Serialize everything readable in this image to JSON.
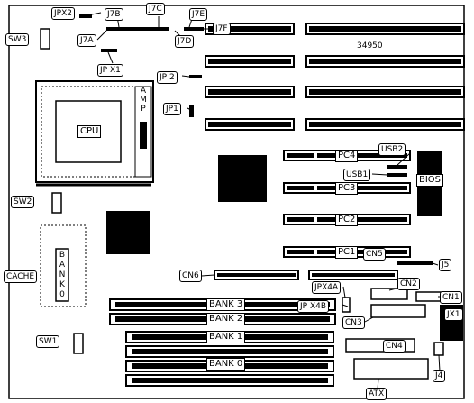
{
  "board_number": "34950",
  "labels": {
    "jpx2": "JPX2",
    "j7b": "J7B",
    "j7c": "J7C",
    "j7e": "J7E",
    "j7a": "J7A",
    "j7d": "J7D",
    "j7f": "J7F",
    "sw3": "SW3",
    "jpx1": "JP X1",
    "jp2": "JP 2",
    "jp1": "JP1",
    "cpu": "CPU",
    "amp": "AMP",
    "pc4": "PC4",
    "pc3": "PC3",
    "pc2": "PC2",
    "pc1": "PC1",
    "usb2": "USB2",
    "usb1": "USB1",
    "bios": "BIOS",
    "sw2": "SW2",
    "cache": "CACHE",
    "bank0_cache": "BANK0",
    "cn5": "CN5",
    "j5": "J5",
    "cn6": "CN6",
    "jpx4a": "JPX4A",
    "cn2": "CN2",
    "cn1": "CN1",
    "jx1": "JX1",
    "jpx4b": "JP X4B",
    "cn3": "CN3",
    "cn4": "CN4",
    "bank3": "BANK 3",
    "bank2": "BANK 2",
    "bank1": "BANK 1",
    "bank0": "BANK 0",
    "sw1": "SW1",
    "j4": "J4",
    "atx": "ATX"
  }
}
